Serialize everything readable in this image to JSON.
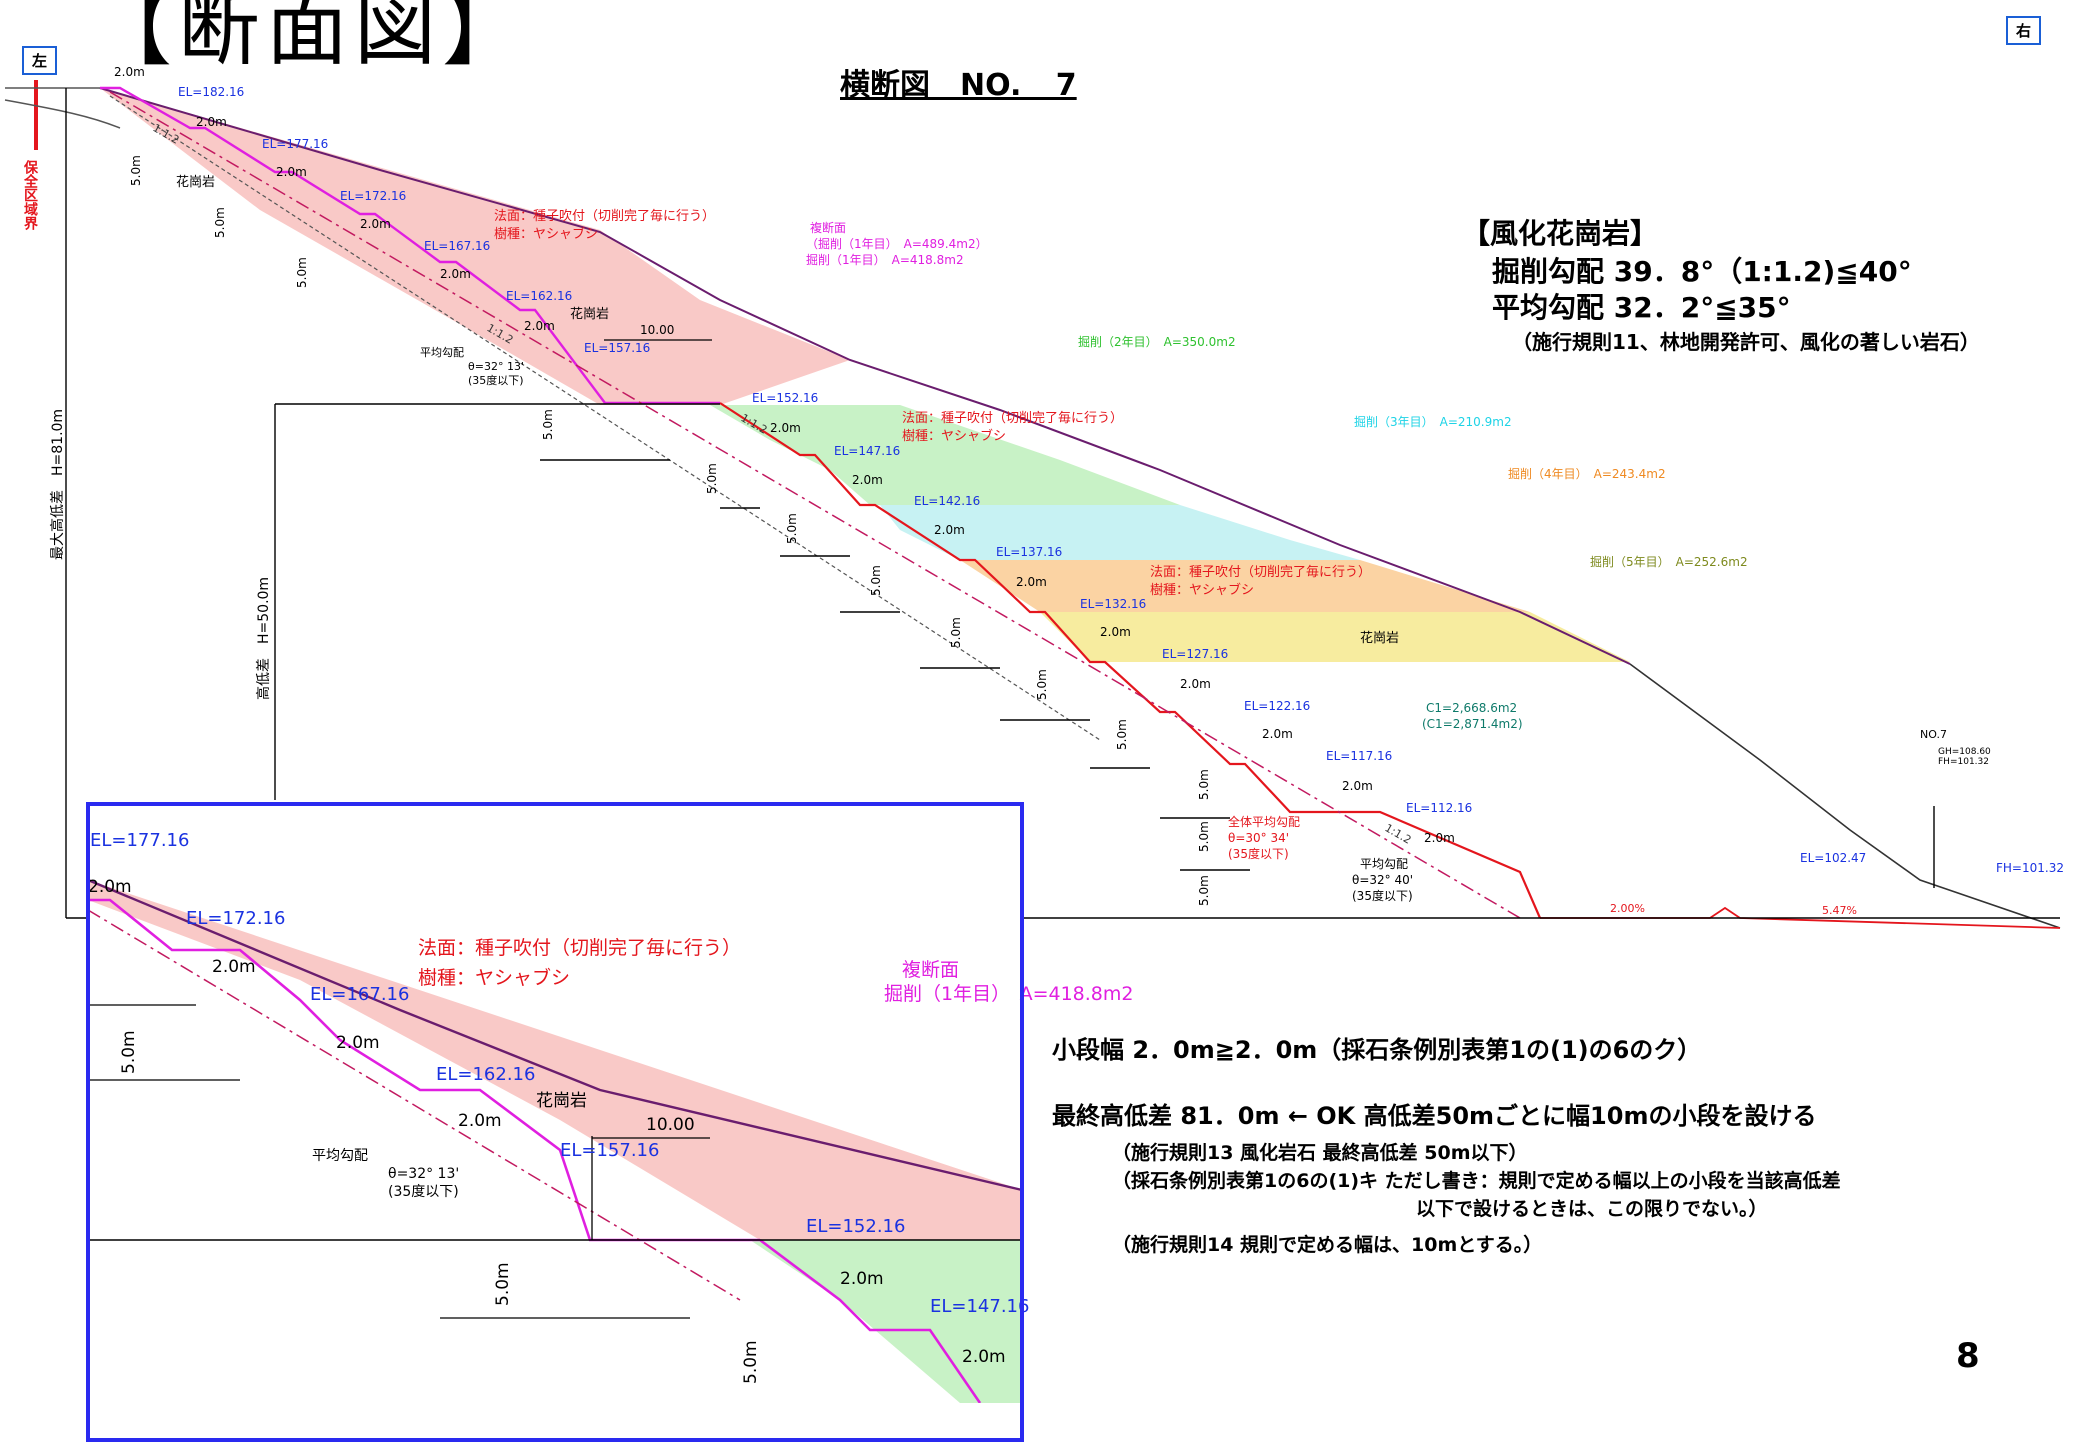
{
  "page": {
    "heading": "【断面図】",
    "left_marker": "左",
    "right_marker": "右",
    "page_number": "8"
  },
  "drawing": {
    "title": "横断図　NO. 7",
    "boundary_label": "保全区域界",
    "max_height_label": "最大高低差　H=81.0m",
    "height_diff_label": "高低差　H=50.0m",
    "bench_width_label": "2.0m",
    "bench_height_label": "5.0m",
    "slope_ratio_label": "1:1.2",
    "rock_label": "花崗岩",
    "bench_10m_label": "10.00",
    "composite_label": [
      "複断面",
      "（掘削（1年目）　A=489.4m2）",
      "掘削（1年目）　A=418.8m2"
    ],
    "seed_note": "法面：種子吹付（切削完了毎に行う）",
    "tree_note": "樹種：ヤシャブシ",
    "phase_labels": [
      {
        "text": "掘削（2年目）　A=350.0m2",
        "color": "#2fc12f"
      },
      {
        "text": "掘削（3年目）　A=210.9m2",
        "color": "#1ed3e6"
      },
      {
        "text": "掘削（4年目）　A=243.4m2",
        "color": "#ef8a22"
      },
      {
        "text": "掘削（5年目）　A=252.6m2",
        "color": "#7e8a1e"
      }
    ],
    "elevations": [
      "EL=182.16",
      "EL=177.16",
      "EL=172.16",
      "EL=167.16",
      "EL=162.16",
      "EL=157.16",
      "EL=152.16",
      "EL=147.16",
      "EL=142.16",
      "EL=137.16",
      "EL=132.16",
      "EL=127.16",
      "EL=122.16",
      "EL=117.16",
      "EL=112.16",
      "EL=102.47",
      "FH=101.32"
    ],
    "average_slope": [
      "平均勾配",
      "θ=32° 13'",
      "(35度以下)"
    ],
    "overall_slope": [
      "全体平均勾配",
      "θ=30° 34'",
      "(35度以下)"
    ],
    "lower_slope": [
      "平均勾配",
      "θ=32° 40'",
      "(35度以下)"
    ],
    "area_totals": [
      "C1=2,668.6m2",
      "(C1=2,871.4m2)"
    ],
    "station": [
      "NO.7",
      "GH=108.60",
      "FH=101.32"
    ],
    "grades": [
      "2.00%",
      "5.47%"
    ],
    "colors": {
      "phase1": "#f9c9c7",
      "phase2": "#c8f2c6",
      "phase3": "#c7f2f3",
      "phase4": "#fbd3a3",
      "phase5": "#f7ec9f",
      "cut_line": "#e4161d",
      "design": "#e01fe0",
      "ground": "#6a1d6e",
      "el_text": "#1a32e0"
    }
  },
  "rock": {
    "header": "【風化花崗岩】",
    "cut_slope": "掘削勾配 39．8°（1:1.2)≦40°",
    "avg_slope": "平均勾配 32．2°≦35°",
    "note": "（施行規則11、林地開発許可、風化の著しい岩石）"
  },
  "notes": {
    "bench": "小段幅 2．0m≧2．0m（採石条例別表第1の(1)の6のク）",
    "final": "最終高低差 81．0m ← OK 高低差50mごとに幅10mの小段を設ける",
    "rule13": "（施行規則13 風化岩石 最終高低差 50m以下）",
    "exception1": "（採石条例別表第1の6の(1)キ ただし書き：規則で定める幅以上の小段を当該高低差",
    "exception2": "以下で設けるときは、この限りでない。）",
    "rule14": "（施行規則14 規則で定める幅は、10mとする。）"
  }
}
